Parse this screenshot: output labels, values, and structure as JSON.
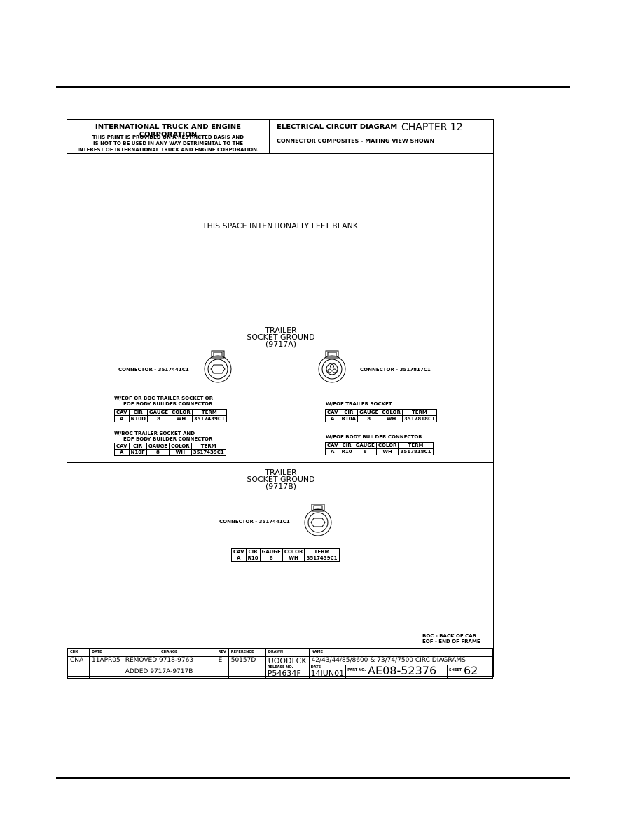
{
  "header": {
    "company": "INTERNATIONAL TRUCK AND ENGINE CORPORATION",
    "notice_1": "THIS PRINT IS PROVIDED ON A RESTRICTED BASIS AND",
    "notice_2": "IS NOT TO BE USED IN ANY WAY DETRIMENTAL TO THE",
    "notice_3": "INTEREST OF INTERNATIONAL TRUCK AND ENGINE CORPORATION.",
    "diagram_title": "ELECTRICAL CIRCUIT DIAGRAM",
    "chapter": "CHAPTER 12",
    "subtitle": "CONNECTOR COMPOSITES - MATING VIEW SHOWN"
  },
  "blank_notice": "THIS SPACE INTENTIONALLY LEFT BLANK",
  "section_a": {
    "title_1": "TRAILER",
    "title_2": "SOCKET GROUND",
    "title_3": "(9717A)",
    "connector_left": "CONNECTOR - 3517441C1",
    "connector_right": "CONNECTOR - 3517817C1",
    "table1_caption_1": "W/EOF OR BOC TRAILER SOCKET OR",
    "table1_caption_2": "EOF BODY BUILDER CONNECTOR",
    "table2_caption_1": "W/BOC TRAILER SOCKET AND",
    "table2_caption_2": "EOF BODY BUILDER CONNECTOR",
    "table3_caption": "W/EOF TRAILER SOCKET",
    "table4_caption": "W/EOF BODY BUILDER CONNECTOR",
    "headers": [
      "CAV",
      "CIR",
      "GAUGE",
      "COLOR",
      "TERM"
    ],
    "table1_row": [
      "A",
      "N10D",
      "8",
      "WH",
      "3517439C1"
    ],
    "table2_row": [
      "A",
      "N10F",
      "8",
      "WH",
      "3517439C1"
    ],
    "table3_row": [
      "A",
      "R10A",
      "8",
      "WH",
      "3517818C1"
    ],
    "table4_row": [
      "A",
      "R10",
      "8",
      "WH",
      "3517818C1"
    ]
  },
  "section_b": {
    "title_1": "TRAILER",
    "title_2": "SOCKET GROUND",
    "title_3": "(9717B)",
    "connector": "CONNECTOR - 3517441C1",
    "headers": [
      "CAV",
      "CIR",
      "GAUGE",
      "COLOR",
      "TERM"
    ],
    "row": [
      "A",
      "R10",
      "8",
      "WH",
      "3517439C1"
    ]
  },
  "legend": {
    "boc": "BOC - BACK OF CAB",
    "eof": "EOF - END OF FRAME"
  },
  "revision": {
    "labels": {
      "chk": "CHK",
      "date": "DATE",
      "change": "CHANGE",
      "rev": "REV",
      "reference": "REFERENCE",
      "drawn": "DRAWN",
      "name": "NAME",
      "release_no": "RELEASE NO.",
      "date2": "DATE",
      "part_no": "PART NO.",
      "sheet": "SHEET"
    },
    "chk": "CNA",
    "date": "11APR05",
    "change_1": "REMOVED 9718-9763",
    "change_2": "ADDED 9717A-9717B",
    "rev": "E",
    "reference": "50157D",
    "drawn": "UOODLCK",
    "name": "42/43/44/85/8600 & 73/74/7500 CIRC DIAGRAMS",
    "release_no": "P54634F",
    "release_date": "14JUN01",
    "part_no": "AE08-52376",
    "sheet": "62"
  }
}
